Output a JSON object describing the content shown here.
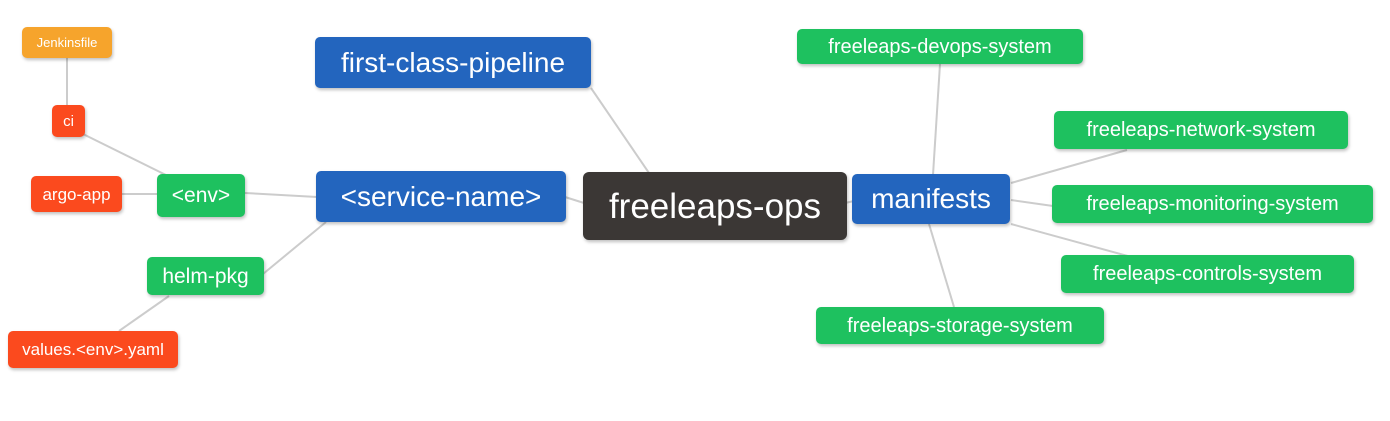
{
  "colors": {
    "orange": "#F6A42C",
    "red": "#FB4A1E",
    "green": "#1EC15F",
    "blue": "#2365BE",
    "dark": "#3B3735",
    "edge": "#CCCCCC",
    "node_text": "#FFFFFF",
    "background": "#FFFFFF"
  },
  "nodes": {
    "jenkinsfile": {
      "label": "Jenkinsfile",
      "color": "orange"
    },
    "ci": {
      "label": "ci",
      "color": "red"
    },
    "argo_app": {
      "label": "argo-app",
      "color": "red"
    },
    "env": {
      "label": "<env>",
      "color": "green"
    },
    "helm_pkg": {
      "label": "helm-pkg",
      "color": "green"
    },
    "values_yaml": {
      "label": "values.<env>.yaml",
      "color": "red"
    },
    "first_class_pipeline": {
      "label": "first-class-pipeline",
      "color": "blue"
    },
    "service_name": {
      "label": "<service-name>",
      "color": "blue"
    },
    "freeleaps_ops": {
      "label": "freeleaps-ops",
      "color": "dark"
    },
    "manifests": {
      "label": "manifests",
      "color": "blue"
    },
    "devops_system": {
      "label": "freeleaps-devops-system",
      "color": "green"
    },
    "network_system": {
      "label": "freeleaps-network-system",
      "color": "green"
    },
    "monitoring_system": {
      "label": "freeleaps-monitoring-system",
      "color": "green"
    },
    "controls_system": {
      "label": "freeleaps-controls-system",
      "color": "green"
    },
    "storage_system": {
      "label": "freeleaps-storage-system",
      "color": "green"
    }
  },
  "edges": [
    {
      "from": "jenkinsfile",
      "to": "ci"
    },
    {
      "from": "ci",
      "to": "env"
    },
    {
      "from": "argo_app",
      "to": "env"
    },
    {
      "from": "env",
      "to": "service_name"
    },
    {
      "from": "helm_pkg",
      "to": "service_name"
    },
    {
      "from": "values_yaml",
      "to": "helm_pkg"
    },
    {
      "from": "first_class_pipeline",
      "to": "freeleaps_ops"
    },
    {
      "from": "service_name",
      "to": "freeleaps_ops"
    },
    {
      "from": "freeleaps_ops",
      "to": "manifests"
    },
    {
      "from": "manifests",
      "to": "devops_system"
    },
    {
      "from": "manifests",
      "to": "network_system"
    },
    {
      "from": "manifests",
      "to": "monitoring_system"
    },
    {
      "from": "manifests",
      "to": "controls_system"
    },
    {
      "from": "manifests",
      "to": "storage_system"
    }
  ]
}
